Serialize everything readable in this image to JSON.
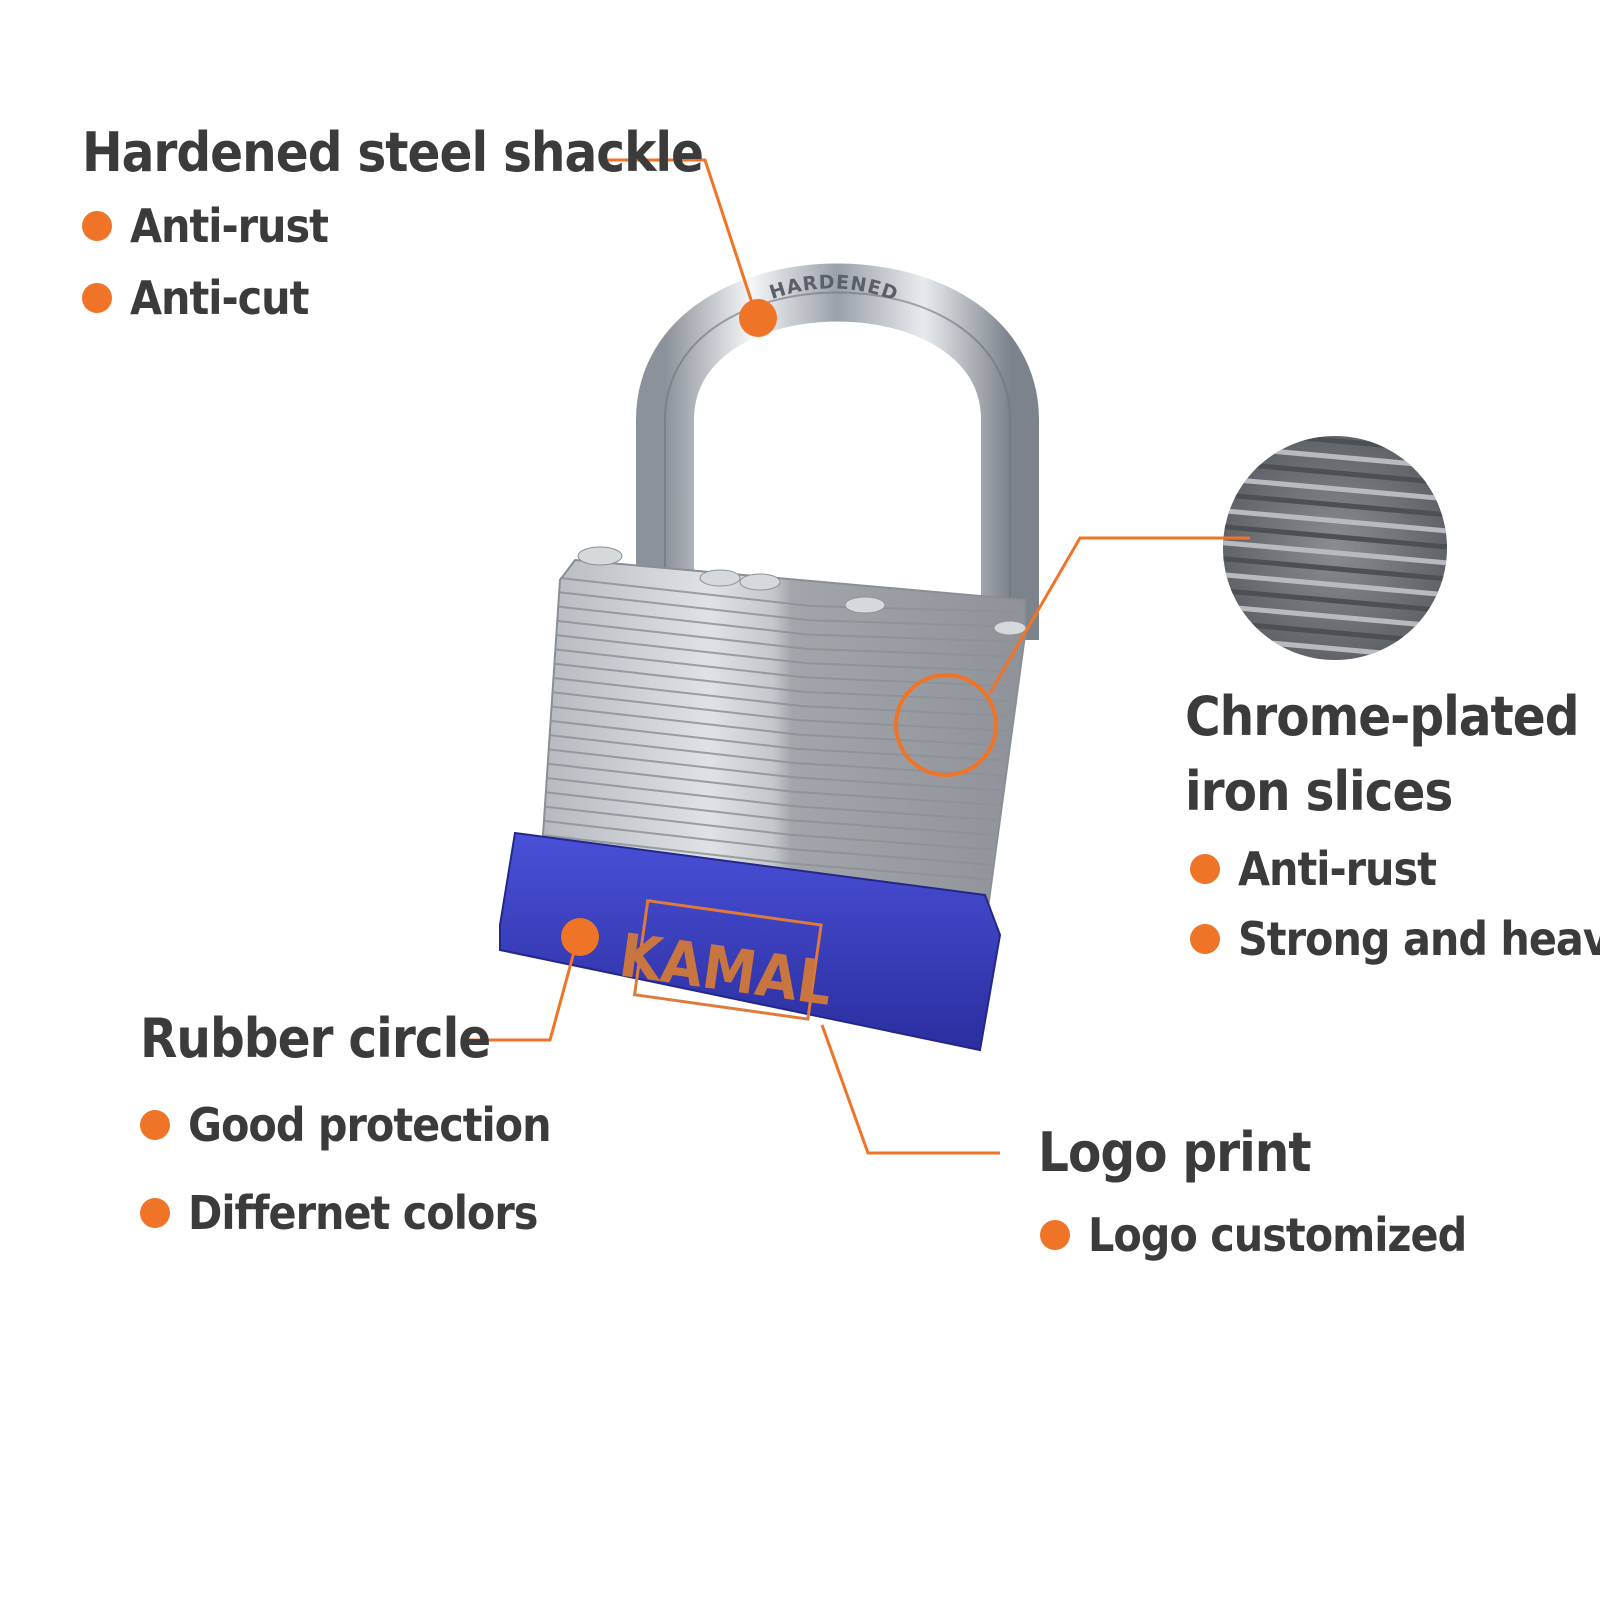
{
  "colors": {
    "accent": "#f07428",
    "text": "#3b3b3b",
    "rubber": "#3a3ec8",
    "steel": "#c9ccd1"
  },
  "product": {
    "shackle_engraving": "HARDENED",
    "brand_logo": "KAMAL"
  },
  "callouts": {
    "shackle": {
      "title": "Hardened steel shackle",
      "bullets": [
        "Anti-rust",
        "Anti-cut"
      ]
    },
    "slices": {
      "title_line1": "Chrome-plated",
      "title_line2": "iron slices",
      "bullets": [
        "Anti-rust",
        "Strong and heavy"
      ]
    },
    "rubber": {
      "title": "Rubber circle",
      "bullets": [
        "Good protection",
        "Differnet colors"
      ]
    },
    "logo": {
      "title": "Logo print",
      "bullets": [
        "Logo customized"
      ]
    }
  }
}
